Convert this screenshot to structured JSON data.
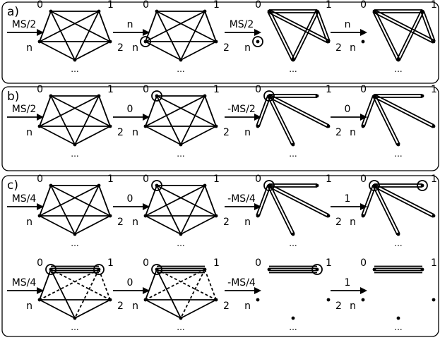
{
  "panels": [
    {
      "label": "a)",
      "rows": [
        [
          {
            "arrow": "MS/2",
            "edges": "full",
            "circled": [],
            "dot_nodes": []
          },
          {
            "arrow": "n",
            "edges": "full",
            "circled": [
              "n"
            ],
            "dot_nodes": []
          },
          {
            "arrow": "MS/2",
            "edges": "a3",
            "circled": [
              "n"
            ],
            "dot_nodes": []
          },
          {
            "arrow": "n",
            "edges": "a3",
            "circled": [],
            "dot_nodes": []
          }
        ]
      ]
    },
    {
      "label": "b)",
      "rows": [
        [
          {
            "arrow": "MS/2",
            "edges": "full",
            "circled": [],
            "dot_nodes": []
          },
          {
            "arrow": "0",
            "edges": "full",
            "circled": [
              "0"
            ],
            "dot_nodes": []
          },
          {
            "arrow": "-MS/2",
            "edges": "star0",
            "circled": [
              "0"
            ],
            "dot_nodes": []
          },
          {
            "arrow": "0",
            "edges": "star0",
            "circled": [],
            "dot_nodes": []
          }
        ]
      ]
    },
    {
      "label": "c)",
      "rows": [
        [
          {
            "arrow": "MS/4",
            "edges": "full",
            "circled": [],
            "dot_nodes": []
          },
          {
            "arrow": "0",
            "edges": "full",
            "circled": [
              "0"
            ],
            "dot_nodes": []
          },
          {
            "arrow": "-MS/4",
            "edges": "star0",
            "circled": [
              "0"
            ],
            "dot_nodes": []
          },
          {
            "arrow": "1",
            "edges": "star0",
            "circled": [
              "0",
              "1"
            ],
            "dot_nodes": []
          }
        ],
        [
          {
            "arrow": "MS/4",
            "edges": "c5",
            "circled": [
              "0",
              "1"
            ],
            "dot_nodes": []
          },
          {
            "arrow": "0",
            "edges": "c5",
            "circled": [
              "0"
            ],
            "dot_nodes": []
          },
          {
            "arrow": "-MS/4",
            "edges": "c7",
            "circled": [
              "1"
            ],
            "dot_nodes": []
          },
          {
            "arrow": "1",
            "edges": "c7",
            "circled": [],
            "dot_nodes": []
          }
        ]
      ]
    }
  ],
  "node_labels": {
    "n0": "0",
    "n1": "1",
    "n2": "2",
    "nn": "n",
    "ellipsis": "..."
  }
}
